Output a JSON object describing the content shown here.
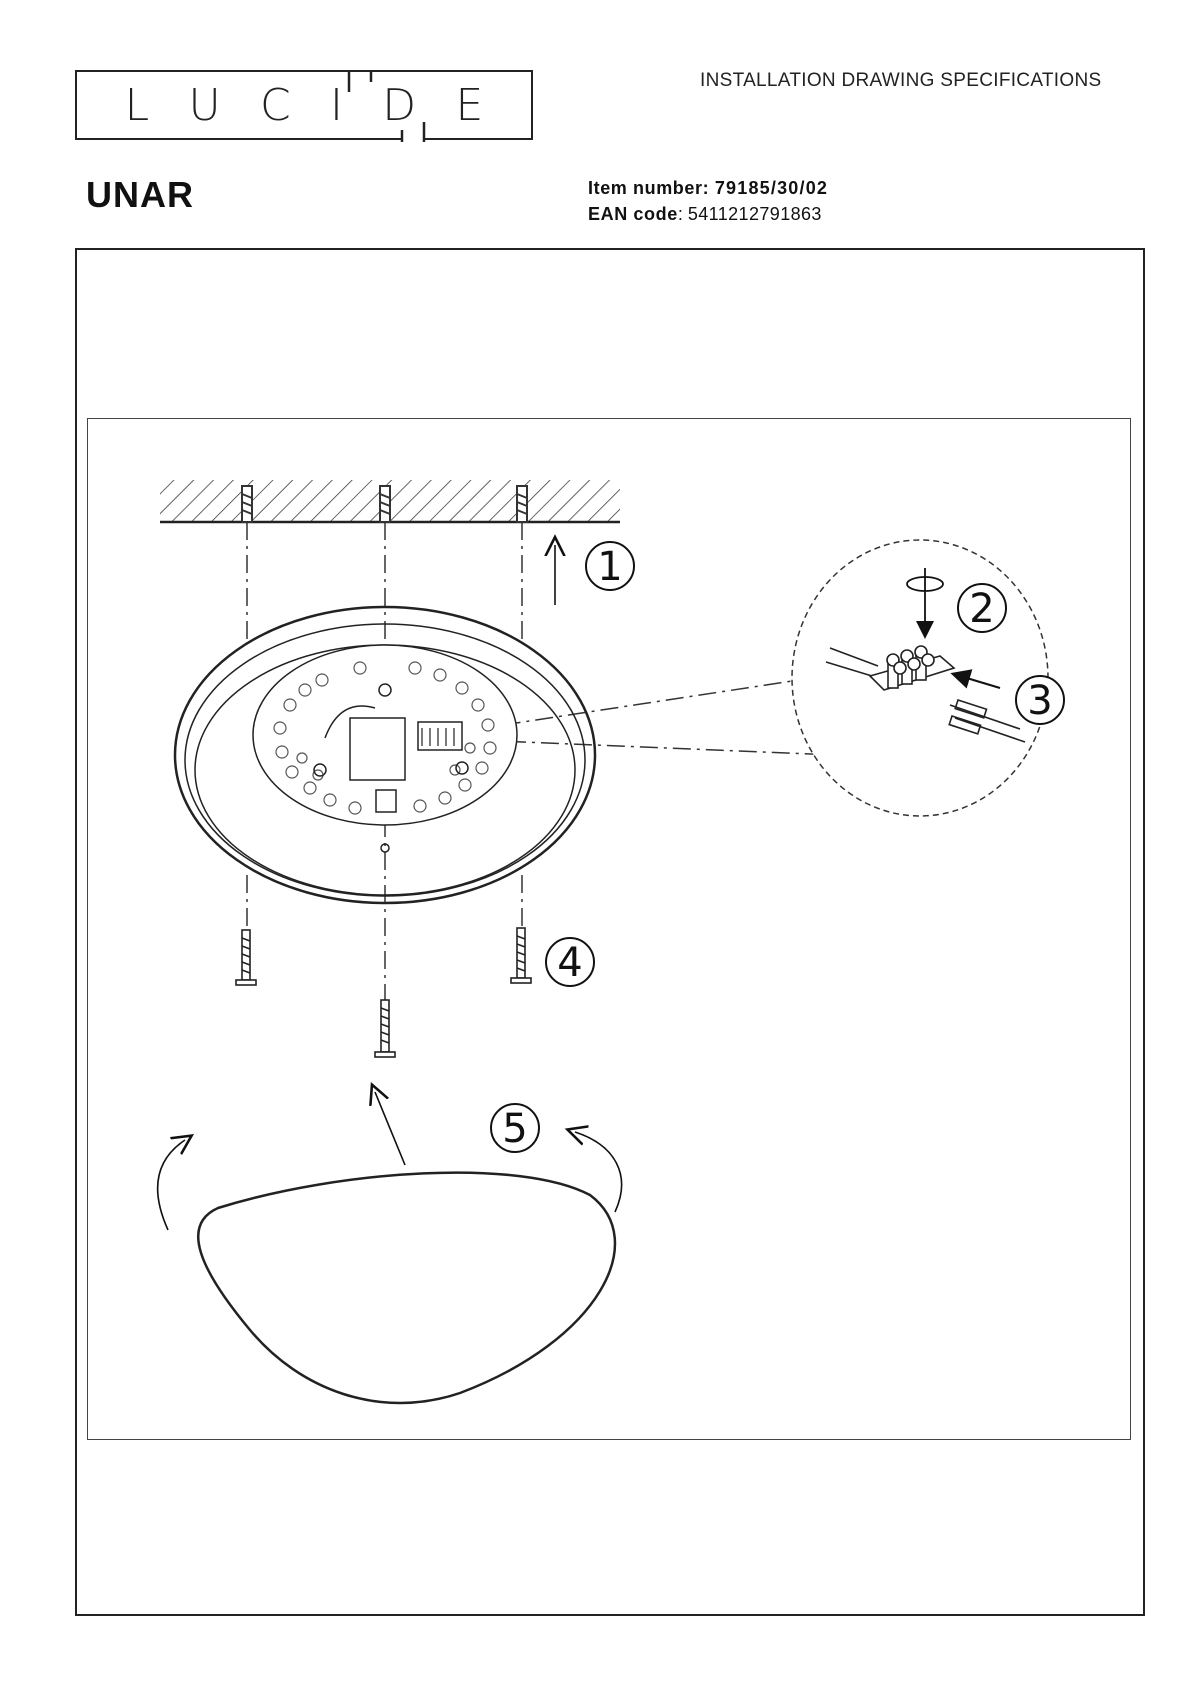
{
  "brand": {
    "logo_letters": [
      "L",
      "U",
      "C",
      "I",
      "D",
      "E"
    ]
  },
  "header": {
    "doc_type": "INSTALLATION DRAWING SPECIFICATIONS"
  },
  "product": {
    "name": "UNAR",
    "item_label": "Item number",
    "item_value": "79185/30/02",
    "ean_label": "EAN code",
    "ean_value": "5411212791863"
  },
  "steps": [
    "1",
    "2",
    "3",
    "4",
    "5"
  ]
}
